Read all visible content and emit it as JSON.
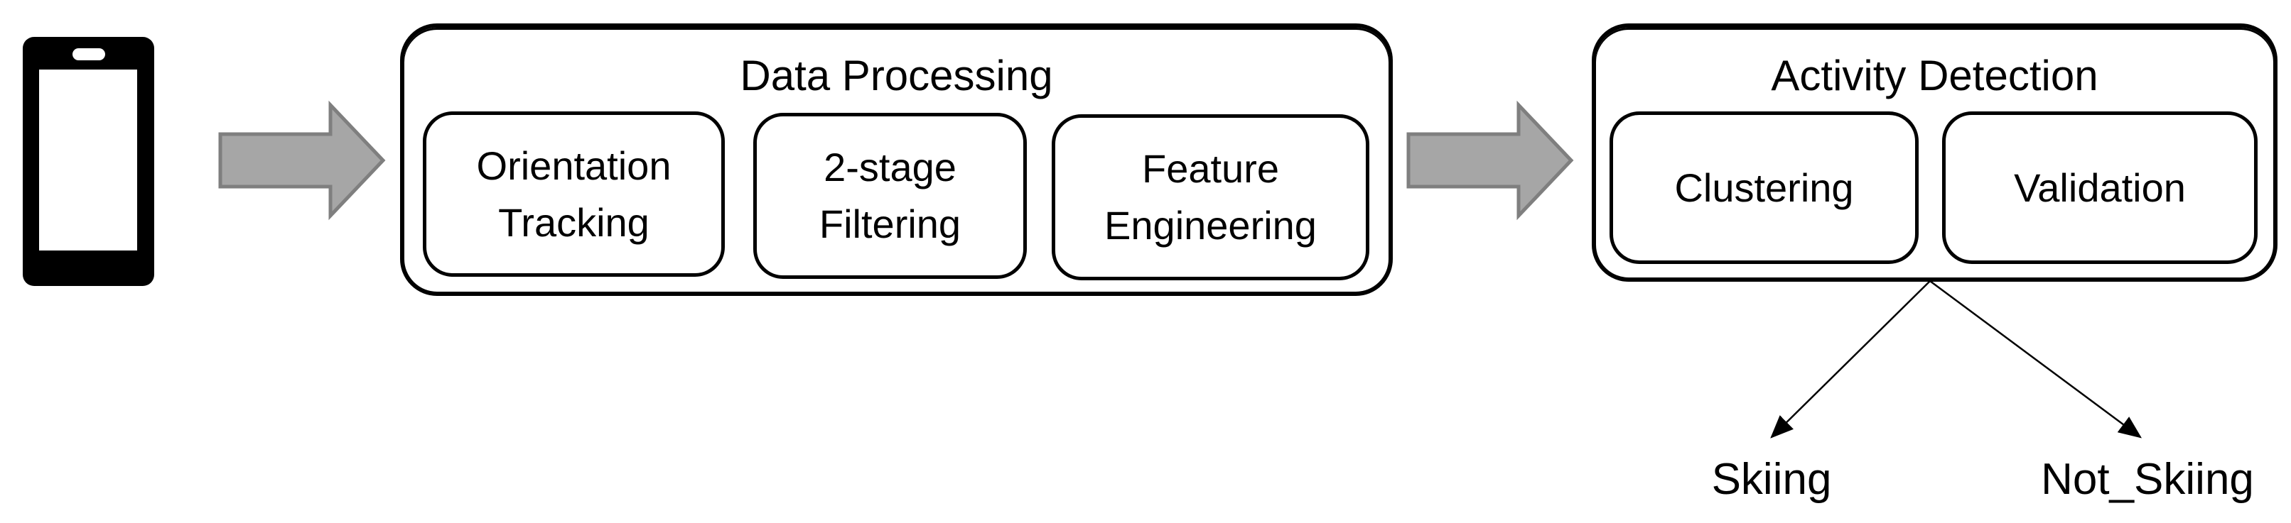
{
  "diagram": {
    "type": "flowchart",
    "description": "Smartphone data pipeline: data processing then activity detection with two classification outputs",
    "phone": {
      "icon": "smartphone-icon"
    },
    "stages": [
      {
        "title": "Data Processing",
        "steps": [
          "Orientation Tracking",
          "2-stage Filtering",
          "Feature Engineering"
        ]
      },
      {
        "title": "Activity Detection",
        "steps": [
          "Clustering",
          "Validation"
        ]
      }
    ],
    "outputs": [
      "Skiing",
      "Not_Skiing"
    ],
    "colors": {
      "background": "#ffffff",
      "outline": "#000000",
      "text": "#000000",
      "arrow_fill": "#a6a6a6",
      "arrow_stroke": "#7f7f7f",
      "fork_line": "#000000"
    }
  }
}
